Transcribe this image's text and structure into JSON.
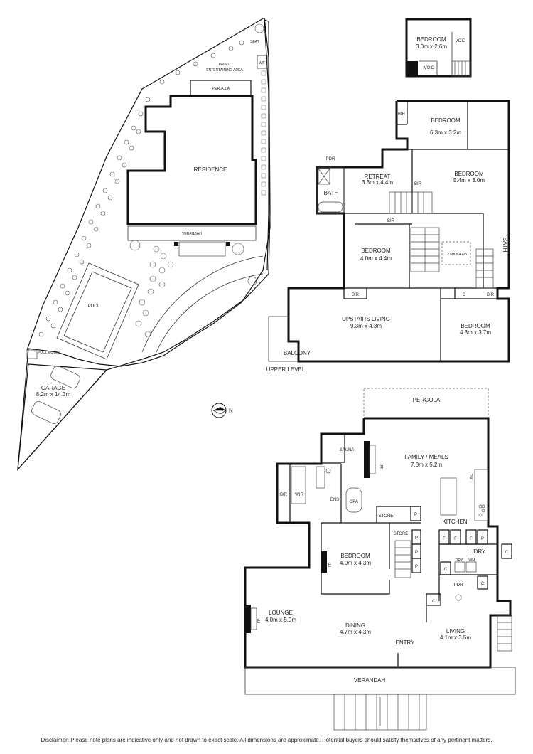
{
  "site": {
    "seat": "SEAT",
    "wf": "W/F",
    "paved": "PAVED",
    "entertaining": "ENTERTAINING AREA",
    "pergola": "PERGOLA",
    "residence": "RESIDENCE",
    "verandah": "VERANDAH",
    "pool": "POOL",
    "pool_equip": "POOL EQUIP.",
    "garage": "GARAGE",
    "garage_dim": "8.2m x 14.3m"
  },
  "compass": {
    "north": "N"
  },
  "attic": {
    "bedroom": "BEDROOM",
    "bedroom_dim": "3.0m x 2.6m",
    "void_right": "VOID",
    "void_bottom": "VOID"
  },
  "upper": {
    "level_label": "UPPER LEVEL",
    "bir": "BIR",
    "bedroom1": "BEDROOM",
    "bedroom1_dim": "6.3m x 3.2m",
    "pdr": "PDR",
    "retreat": "RETREAT",
    "retreat_dim": "3.3m x 4.4m",
    "bedroom2": "BEDROOM",
    "bedroom2_dim": "5.4m x 3.0m",
    "bath": "BATH",
    "bath2": "BATH",
    "bir2": "BIR",
    "bir3": "BIR",
    "bedroom3": "BEDROOM",
    "bedroom3_dim": "4.0m x 4.4m",
    "landing_dim": "2.6m x 4.4m",
    "bir4": "BIR",
    "c": "C",
    "bir5": "BIR",
    "upstairs_living": "UPSTAIRS LIVING",
    "upstairs_living_dim": "9.3m x 4.3m",
    "bedroom4": "BEDROOM",
    "bedroom4_dim": "4.3m x 3.7m",
    "balcony": "BALCONY"
  },
  "ground": {
    "pergola": "PERGOLA",
    "sauna": "SAUNA",
    "family_meals": "FAMILY / MEALS",
    "family_meals_dim": "7.0m x 5.2m",
    "fp": "FP",
    "dw": "DW",
    "bir": "BIR",
    "wir": "WIR",
    "ens": "ENS",
    "spa": "SPA",
    "store": "STORE",
    "p": "P",
    "kitchen": "KITCHEN",
    "store2": "STORE",
    "f": "F",
    "bedroom": "BEDROOM",
    "bedroom_dim": "4.0m x 4.3m",
    "ldry": "L'DRY",
    "dry": "DRY",
    "wm": "WM",
    "c": "C",
    "pdr": "PDR",
    "lounge": "LOUNGE",
    "lounge_dim": "4.0m x 5.9m",
    "dining": "DINING",
    "dining_dim": "4.7m x 4.3m",
    "entry": "ENTRY",
    "living": "LIVING",
    "living_dim": "4.1m x 3.5m",
    "verandah": "VERANDAH"
  },
  "disclaimer": "Disclaimer: Please note plans are indicative only and not drawn to exact scale. All dimensions are approximate. Potential buyers should satisfy themselves of any pertinent matters."
}
